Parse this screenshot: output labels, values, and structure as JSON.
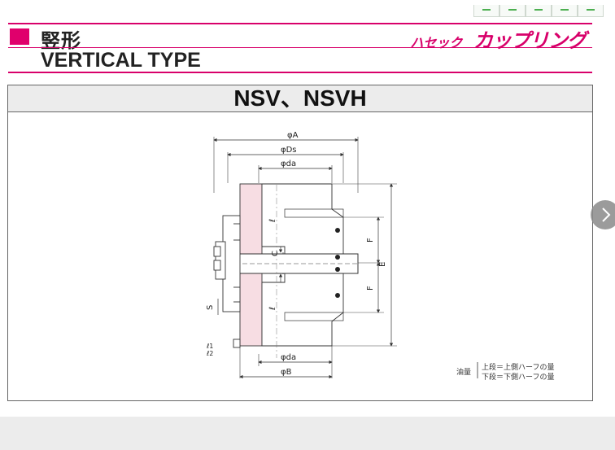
{
  "header": {
    "title_jp": "竪形",
    "title_en": "VERTICAL TYPE",
    "brand_small": "ハセック",
    "brand_large": "カップリング"
  },
  "figure": {
    "model": "NSV、NSVH",
    "dims": {
      "phi_A": "φA",
      "phi_Ds": "φDs",
      "phi_da_top": "φda",
      "phi_da_bottom": "φda",
      "phi_B": "φB",
      "F_upper": "F",
      "F_lower": "F",
      "E": "E",
      "C": "C",
      "S": "S",
      "l_upper": "ℓ",
      "l_lower": "ℓ",
      "l1": "ℓ1",
      "l2": "ℓ2"
    },
    "legend": {
      "label": "油量",
      "line1": "上段＝上側ハーフの量",
      "line2": "下段＝下側ハーフの量"
    }
  },
  "colors": {
    "accent": "#d8006a",
    "pink_fill": "#f7dde3",
    "frame": "#666666"
  },
  "icons": {
    "next": "chevron-right-icon"
  }
}
